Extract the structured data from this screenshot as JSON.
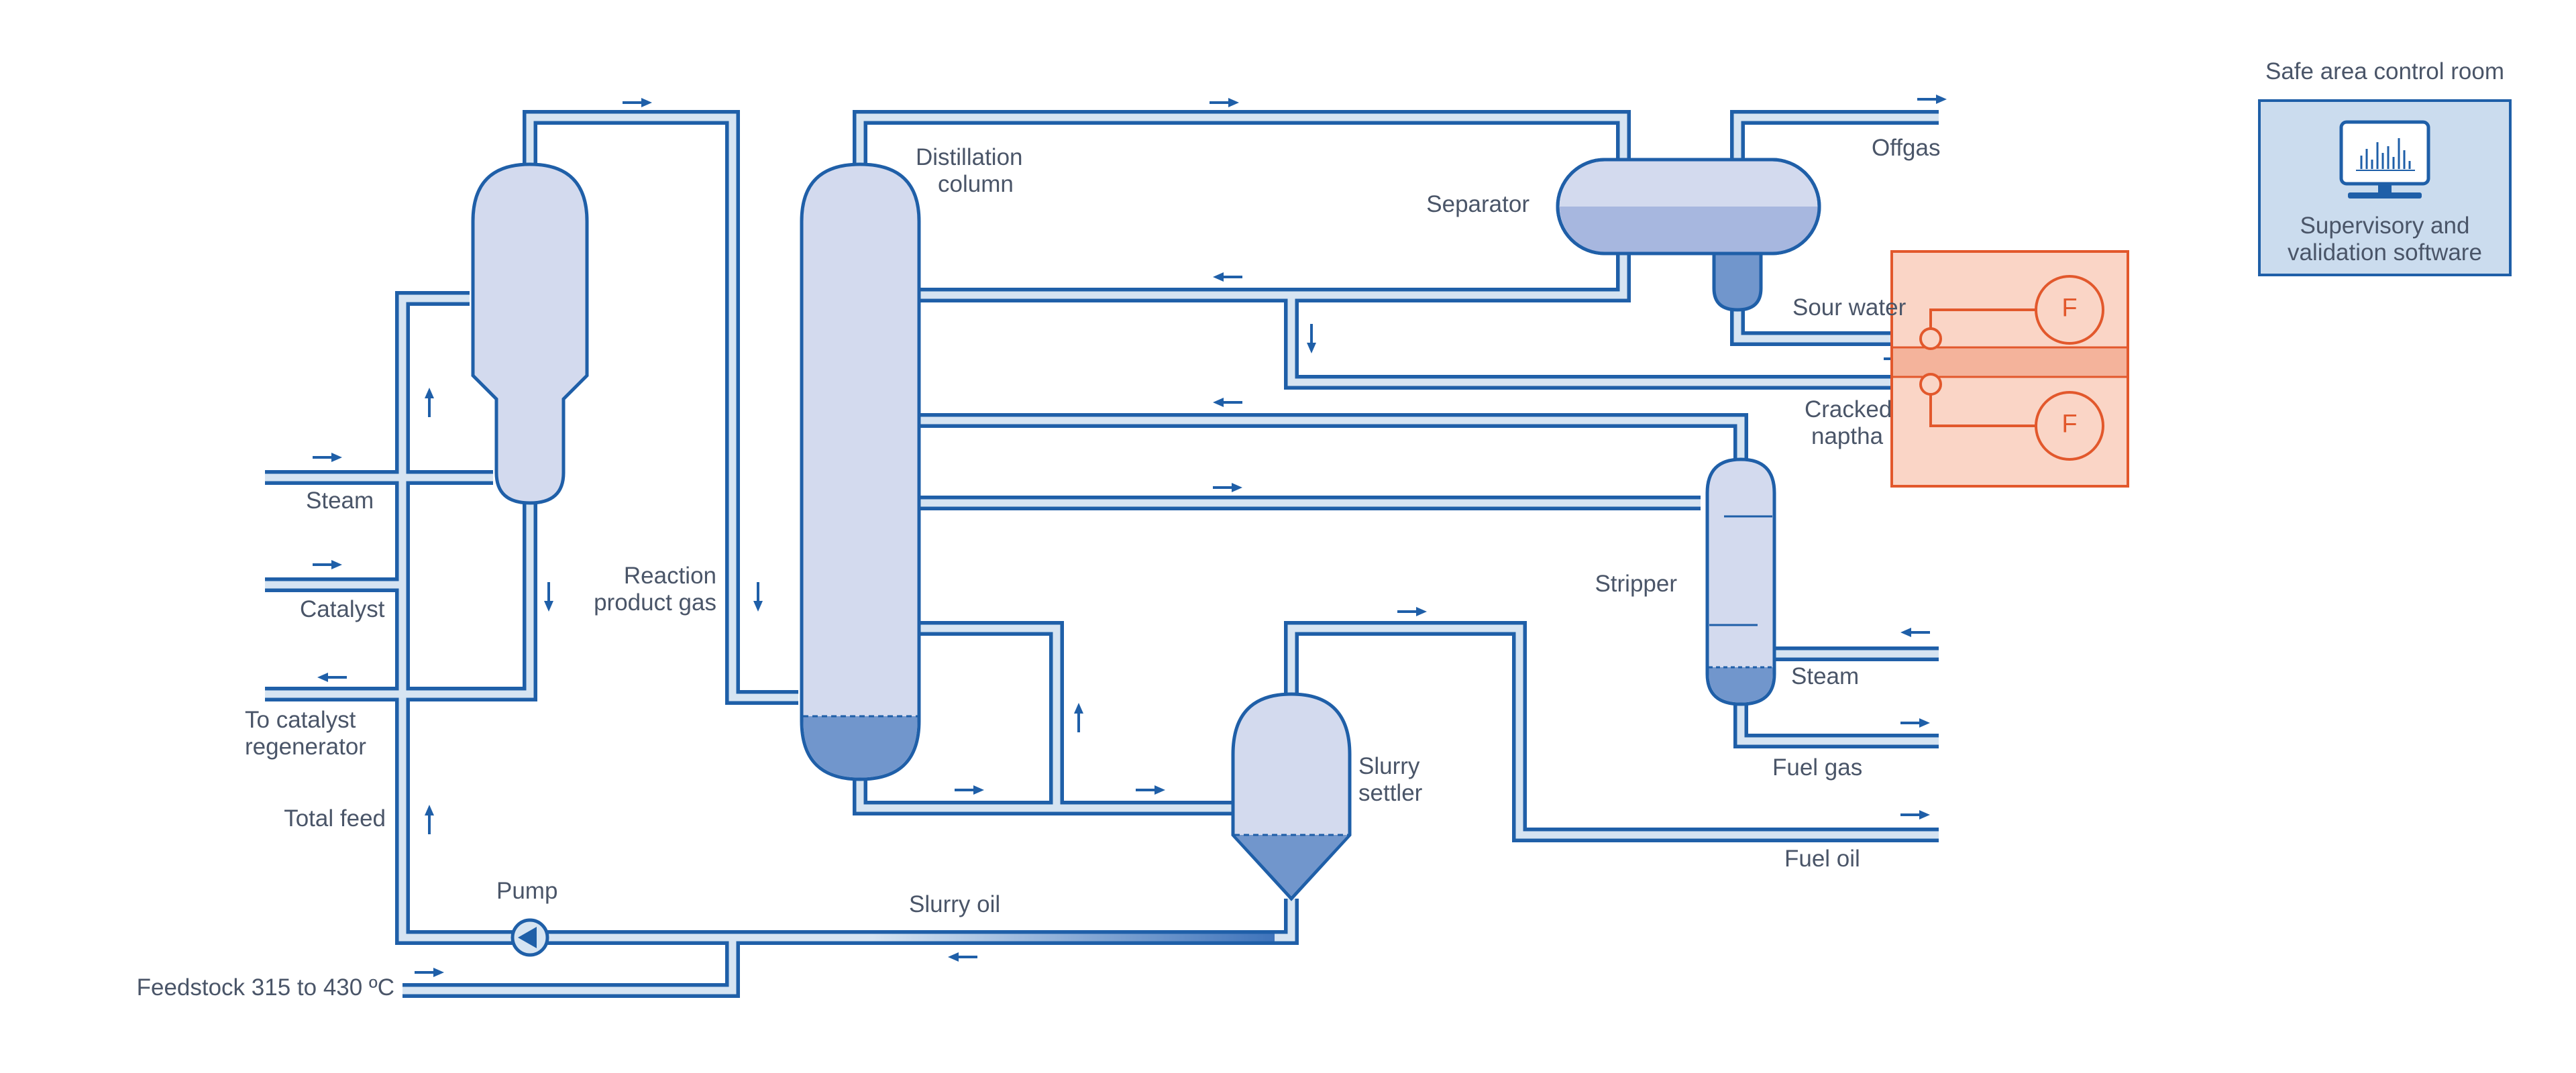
{
  "labels": {
    "distillation_column": [
      "Distillation",
      "column"
    ],
    "separator": "Separator",
    "offgas": "Offgas",
    "sour_water": "Sour water",
    "cracked_naptha": [
      "Cracked",
      "naptha"
    ],
    "stripper": "Stripper",
    "steam_right": "Steam",
    "fuel_gas": "Fuel gas",
    "fuel_oil": "Fuel oil",
    "slurry_settler": [
      "Slurry",
      "settler"
    ],
    "slurry_oil": "Slurry oil",
    "pump": "Pump",
    "feedstock": "Feedstock 315 to 430 ºC",
    "total_feed": "Total feed",
    "catalyst_regenerator": [
      "To catalyst",
      "regenerator"
    ],
    "catalyst": "Catalyst",
    "steam_left": "Steam",
    "reaction_product_gas": [
      "Reaction",
      "product gas"
    ]
  },
  "flow_meters": [
    {
      "symbol": "F"
    },
    {
      "symbol": "F"
    }
  ],
  "control_room": {
    "title": "Safe area control room",
    "software_lines": [
      "Supervisory and",
      "validation software"
    ]
  },
  "colors": {
    "pipe": "#1f5fa8",
    "pipe_fill": "#d6e4f2",
    "vessel_fill": "#d3daee",
    "liquid": "#7196cc",
    "instrument": "#e2582c",
    "instrument_fill": "#f8c8b4"
  }
}
